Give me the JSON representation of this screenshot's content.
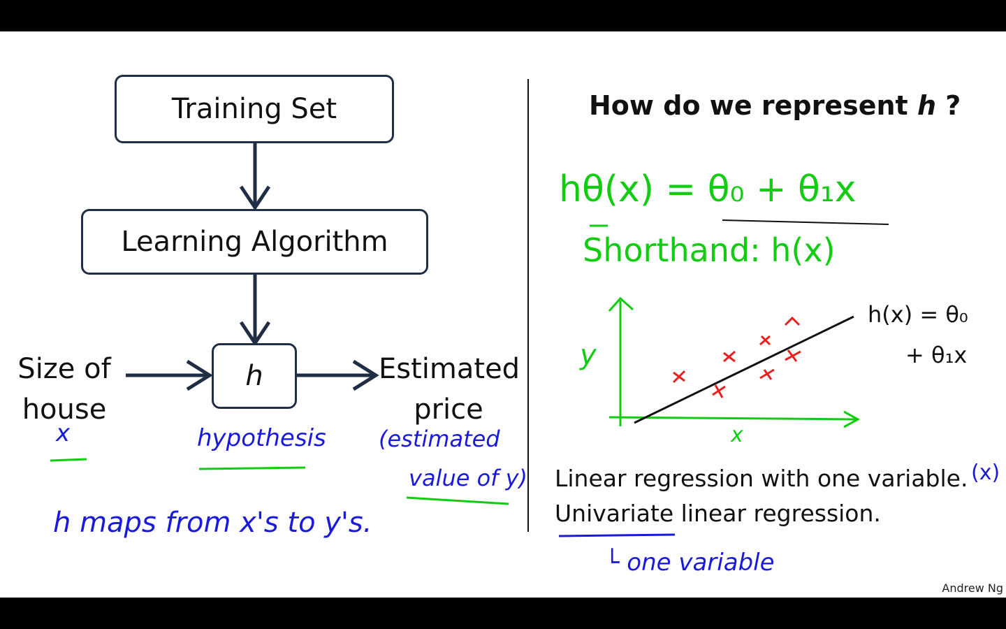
{
  "flowchart": {
    "training_set": "Training Set",
    "learning_algorithm": "Learning Algorithm",
    "hypothesis_box": "h",
    "input_line1": "Size of",
    "input_line2": "house",
    "output_line1": "Estimated",
    "output_line2": "price"
  },
  "right": {
    "question_prefix": "How do we represent ",
    "question_var": "h",
    "question_suffix": " ?",
    "line1": "Linear regression with one variable.",
    "line2": "Univariate linear regression."
  },
  "annotations": {
    "x_label": "x",
    "hypothesis": "hypothesis",
    "estimated_value_1": "(estimated",
    "estimated_value_2": "value of y)",
    "maps": "h   maps   from   x's   to   y's.",
    "hypothesis_formula": "hθ(x) = θ₀ + θ₁x",
    "shorthand": "Shorthand:  h(x)",
    "graph_y": "y",
    "graph_x": "x",
    "line_label_1": "h(x) = θ₀",
    "line_label_2": "+ θ₁x",
    "one_var_x": "(x)",
    "one_variable": "└ one  variable"
  },
  "footer": {
    "author": "Andrew Ng"
  }
}
